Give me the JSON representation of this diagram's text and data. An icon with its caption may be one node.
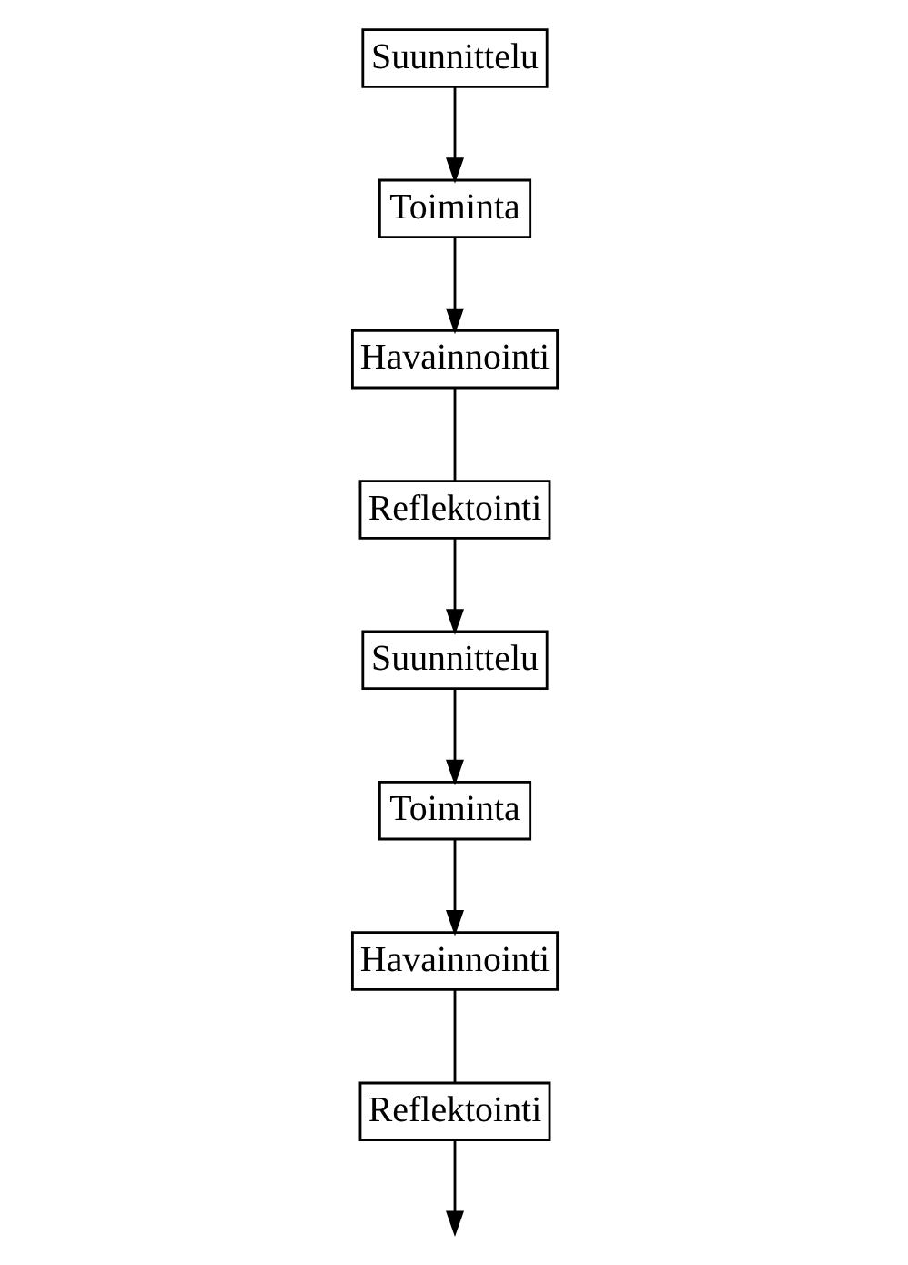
{
  "diagram": {
    "nodes": [
      {
        "text": [
          "Suunnittelu"
        ]
      },
      {
        "text": [
          "Toiminta"
        ]
      },
      {
        "text": [
          "Havainnointi"
        ]
      },
      {
        "text": [
          "Reflektointi"
        ]
      },
      {
        "text": [
          "Suunnittelu"
        ]
      },
      {
        "text": [
          "Reflektointi"
        ]
      },
      {
        "text": [
          "Toiminta"
        ]
      },
      {
        "text": [
          "Havainnointi"
        ]
      }
    ],
    "edges": [
      {
        "from": 0,
        "to": 1,
        "arrow": "to"
      },
      {
        "from": 1,
        "to": 2,
        "arrow": "to"
      },
      {
        "from": 2,
        "to": 3,
        "arrow": "none"
      },
      {
        "from": 3,
        "to": 4,
        "arrow": "to"
      },
      {
        "from": 4,
        "to": 6,
        "arrow": "to"
      },
      {
        "from": 6,
        "to": 7,
        "arrow": "to"
      },
      {
        "from": 7,
        "to": 5,
        "arrow": "none"
      },
      {
        "from": 5,
        "to": null,
        "arrow": "to"
      }
    ]
  }
}
